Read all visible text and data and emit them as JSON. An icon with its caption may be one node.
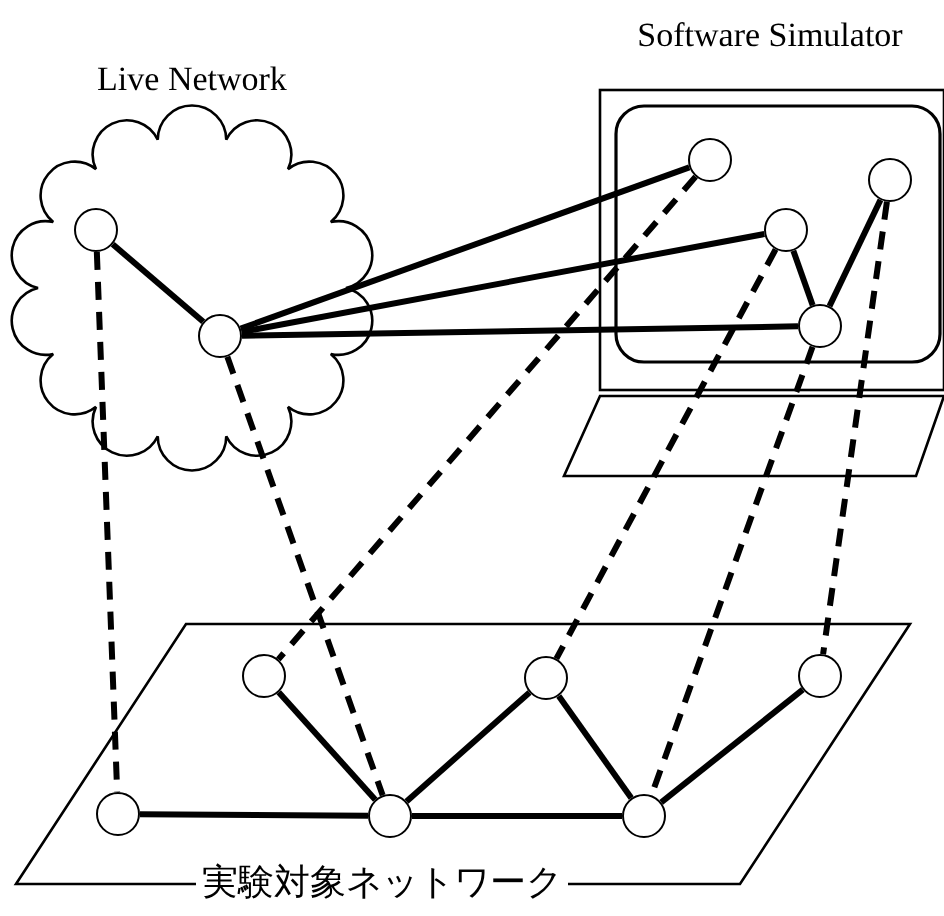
{
  "diagram": {
    "nodes": [
      {
        "text": [
          "Live Network"
        ]
      },
      {
        "text": [
          "Software Simulator"
        ]
      },
      {
        "text": [
          "実験対象ネットワーク"
        ]
      },
      {
        "text": [],
        "shape": "circle",
        "in": 0
      },
      {
        "text": [],
        "shape": "circle",
        "in": 0
      },
      {
        "text": [],
        "shape": "circle",
        "in": 1
      },
      {
        "text": [],
        "shape": "circle",
        "in": 1
      },
      {
        "text": [],
        "shape": "circle",
        "in": 1
      },
      {
        "text": [],
        "shape": "circle",
        "in": 1
      },
      {
        "text": [],
        "shape": "circle",
        "in": 2
      },
      {
        "text": [],
        "shape": "circle",
        "in": 2
      },
      {
        "text": [],
        "shape": "circle",
        "in": 2
      },
      {
        "text": [],
        "shape": "circle",
        "in": 2
      },
      {
        "text": [],
        "shape": "circle",
        "in": 2
      },
      {
        "text": [],
        "shape": "circle",
        "in": 2
      }
    ],
    "edges": [
      {
        "from": 3,
        "to": 4,
        "arrow": "none"
      },
      {
        "from": 4,
        "to": 5,
        "arrow": "none"
      },
      {
        "from": 4,
        "to": 6,
        "arrow": "none"
      },
      {
        "from": 4,
        "to": 8,
        "arrow": "none"
      },
      {
        "from": 6,
        "to": 8,
        "arrow": "none"
      },
      {
        "from": 8,
        "to": 7,
        "arrow": "none"
      },
      {
        "from": 12,
        "to": 13,
        "arrow": "none"
      },
      {
        "from": 13,
        "to": 14,
        "arrow": "none"
      },
      {
        "from": 9,
        "to": 13,
        "arrow": "none"
      },
      {
        "from": 13,
        "to": 10,
        "arrow": "none"
      },
      {
        "from": 10,
        "to": 14,
        "arrow": "none"
      },
      {
        "from": 14,
        "to": 11,
        "arrow": "none"
      },
      {
        "from": 3,
        "to": 12,
        "arrow": "none",
        "style": "dashed"
      },
      {
        "from": 4,
        "to": 13,
        "arrow": "none",
        "style": "dashed"
      },
      {
        "from": 5,
        "to": 9,
        "arrow": "none",
        "style": "dashed"
      },
      {
        "from": 6,
        "to": 10,
        "arrow": "none",
        "style": "dashed"
      },
      {
        "from": 8,
        "to": 14,
        "arrow": "none",
        "style": "dashed"
      },
      {
        "from": 7,
        "to": 11,
        "arrow": "none",
        "style": "dashed"
      }
    ]
  }
}
